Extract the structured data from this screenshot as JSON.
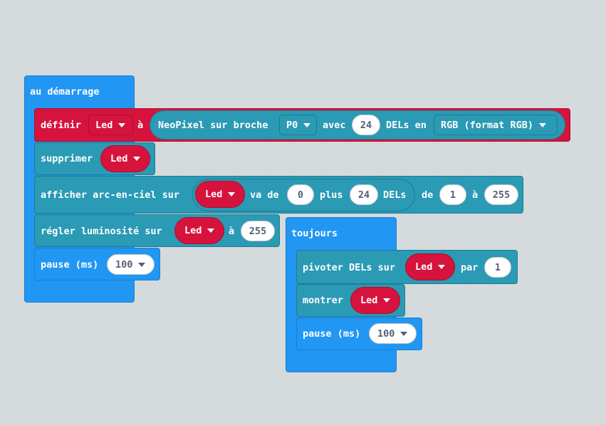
{
  "colors": {
    "blue": "#2196f3",
    "teal": "#2a9ab5",
    "red": "#d6133d",
    "white": "#ffffff"
  },
  "on_start": {
    "hat": "au démarrage",
    "set": {
      "label": "définir",
      "var": "Led",
      "to": "à",
      "neopixel": "NeoPixel sur broche",
      "pin": "P0",
      "with": "avec",
      "count": "24",
      "leds_in": "DELs en",
      "mode": "RGB (format RGB)"
    },
    "clear": {
      "label": "supprimer",
      "var": "Led"
    },
    "rainbow": {
      "label": "afficher arc-en-ciel sur",
      "var": "Led",
      "range_from": "va de",
      "start": "0",
      "plus": "plus",
      "length": "24",
      "leds": "DELs",
      "from": "de",
      "hue_start": "1",
      "to": "à",
      "hue_end": "255"
    },
    "brightness": {
      "label": "régler luminosité sur",
      "var": "Led",
      "to": "à",
      "value": "255"
    },
    "pause": {
      "label": "pause (ms)",
      "value": "100"
    }
  },
  "forever": {
    "hat": "toujours",
    "rotate": {
      "label": "pivoter DELs sur",
      "var": "Led",
      "by": "par",
      "value": "1"
    },
    "show": {
      "label": "montrer",
      "var": "Led"
    },
    "pause": {
      "label": "pause (ms)",
      "value": "100"
    }
  }
}
